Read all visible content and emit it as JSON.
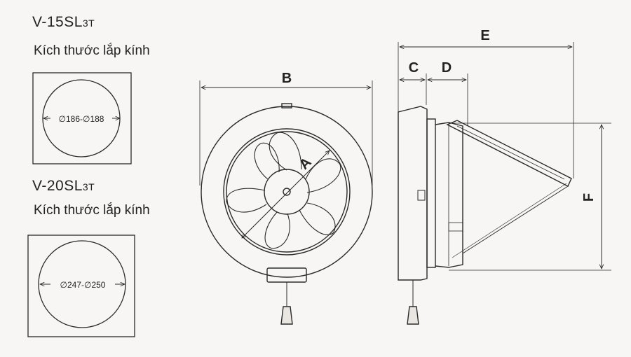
{
  "models": [
    {
      "name_main": "V-15SL",
      "name_sub": "3T",
      "caption": "Kích thước lắp kính",
      "hole_label": "∅186-∅188"
    },
    {
      "name_main": "V-20SL",
      "name_sub": "3T",
      "caption": "Kích thước lắp kính",
      "hole_label": "∅247-∅250"
    }
  ],
  "dimension_labels": {
    "a": "A",
    "b": "B",
    "c": "C",
    "d": "D",
    "e": "E",
    "f": "F"
  },
  "colors": {
    "line": "#2a2a2a",
    "background": "#f7f6f4"
  }
}
